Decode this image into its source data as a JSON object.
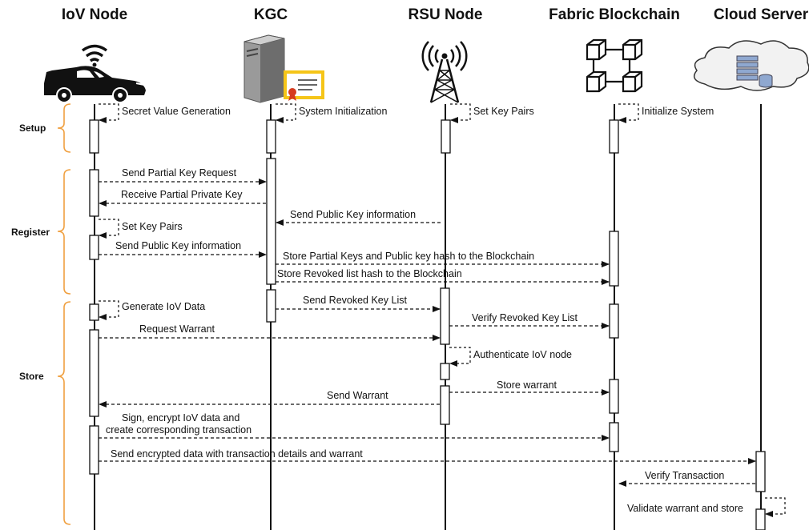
{
  "actors": [
    {
      "id": "iov",
      "name": "IoV Node",
      "icon": "car-wifi-icon"
    },
    {
      "id": "kgc",
      "name": "KGC",
      "icon": "server-certificate-icon"
    },
    {
      "id": "rsu",
      "name": "RSU Node",
      "icon": "radio-tower-icon"
    },
    {
      "id": "fabric",
      "name": "Fabric Blockchain",
      "icon": "blockchain-cubes-icon"
    },
    {
      "id": "cloud",
      "name": "Cloud Server",
      "icon": "cloud-database-icon"
    }
  ],
  "phases": [
    {
      "id": "setup",
      "label": "Setup"
    },
    {
      "id": "register",
      "label": "Register"
    },
    {
      "id": "store",
      "label": "Store"
    }
  ],
  "messages": {
    "m1": "Secret Value Generation",
    "m2": "System Initialization",
    "m3": "Set Key Pairs",
    "m4": "Initialize System",
    "m5": "Send Partial Key Request",
    "m6": "Receive Partial  Private Key",
    "m7": "Send Public Key information",
    "m8": "Set Key Pairs",
    "m9": "Send Public Key information",
    "m10": "Store Partial Keys and Public key hash to the Blockchain",
    "m11": "Store Revoked list hash to the Blockchain",
    "m12": "Generate IoV Data",
    "m13": "Send  Revoked Key List",
    "m14": "Verify Revoked Key List",
    "m15": "Request Warrant",
    "m16": "Authenticate IoV node",
    "m17": "Store warrant",
    "m18": "Send Warrant",
    "m19a": "Sign, encrypt IoV data and",
    "m19b": "create corresponding transaction",
    "m20": "Send encrypted data with transaction details and warrant",
    "m21": "Verify Transaction",
    "m22": "Validate warrant and store"
  },
  "colors": {
    "line": "#111111",
    "bracket": "#f0a040",
    "cert": "#f5c518",
    "text": "#111111"
  }
}
